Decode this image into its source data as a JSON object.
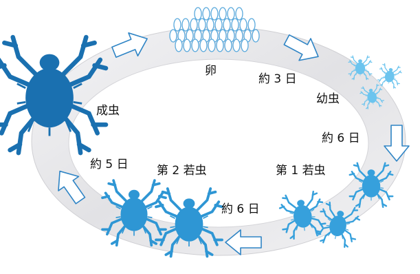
{
  "diagram": {
    "stages": {
      "egg": "卵",
      "larva": "幼虫",
      "nymph1": "第 1 若虫",
      "nymph2": "第 2 若虫",
      "adult": "成虫"
    },
    "durations": {
      "egg_to_larva": "約 3 日",
      "larva_to_nymph1": "約 6 日",
      "nymph1_to_nymph2": "約 6 日",
      "nymph2_to_adult": "約 5 日"
    },
    "colors": {
      "ring": "#e6e6e8",
      "ring_edge": "#c8c8cc",
      "arrow_outline": "#2e84c5",
      "egg_outline": "#58a8dc",
      "larva": "#6cc4ee",
      "nymph1": "#36a0dc",
      "nymph2": "#2e96d4",
      "adult": "#1a70b0"
    },
    "icons": [
      "egg-cluster-icon",
      "larva-mite-icon",
      "nymph-mite-icon",
      "adult-mite-icon",
      "cycle-arrow-icon"
    ]
  }
}
